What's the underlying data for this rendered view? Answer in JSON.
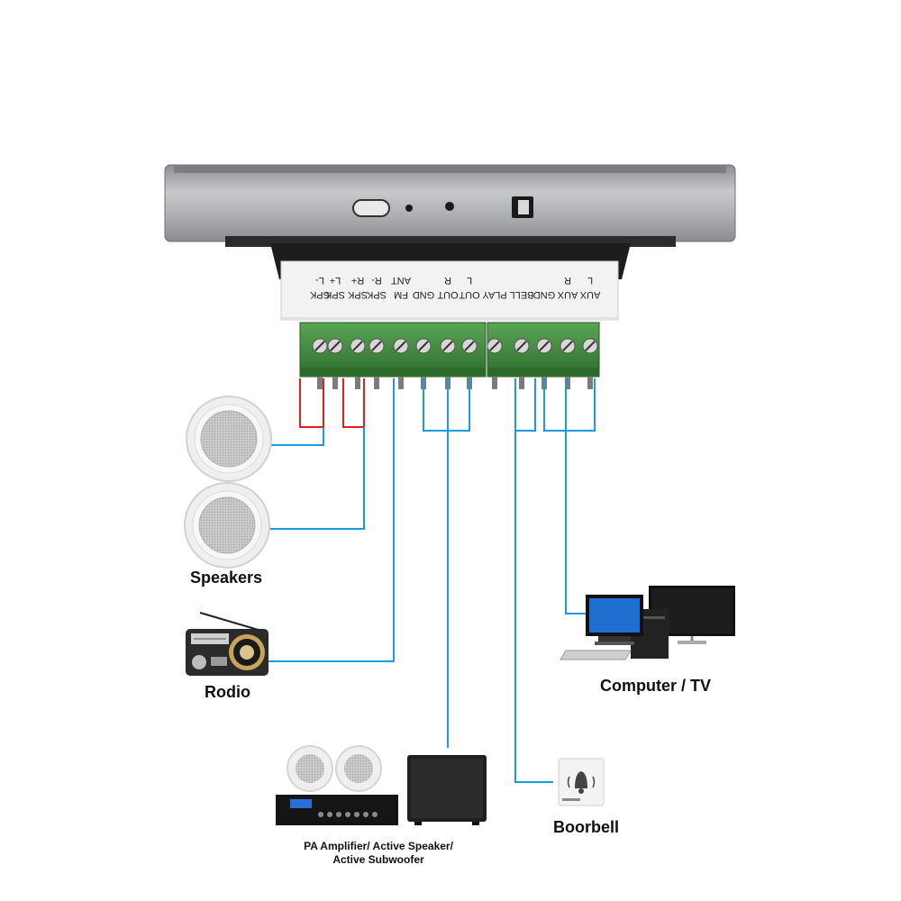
{
  "terminals": [
    {
      "top": "SPK",
      "bottom": "L-"
    },
    {
      "top": "SPK",
      "bottom": "L+"
    },
    {
      "top": "SPK",
      "bottom": "R+"
    },
    {
      "top": "SPK",
      "bottom": "R-"
    },
    {
      "top": "FM",
      "bottom": "ANT"
    },
    {
      "top": "GND",
      "bottom": ""
    },
    {
      "top": "OUT",
      "bottom": "R"
    },
    {
      "top": "OUT",
      "bottom": "L"
    },
    {
      "top": "PLAY",
      "bottom": ""
    },
    {
      "top": "BELL",
      "bottom": ""
    },
    {
      "top": "GND",
      "bottom": ""
    },
    {
      "top": "AUX",
      "bottom": "R"
    },
    {
      "top": "AUX",
      "bottom": "L"
    }
  ],
  "devices": {
    "speakers": "Speakers",
    "radio": "Rodio",
    "computer": "Computer / TV",
    "doorbell": "Boorbell",
    "pa_line1": "PA Amplifier/ Active Speaker/",
    "pa_line2": "Active Subwoofer"
  },
  "colors": {
    "wire_blue": "#1e9be0",
    "wire_red": "#e02020",
    "terminal_green": "#3f8a3c",
    "panel_silver": "#9a9c9f"
  }
}
